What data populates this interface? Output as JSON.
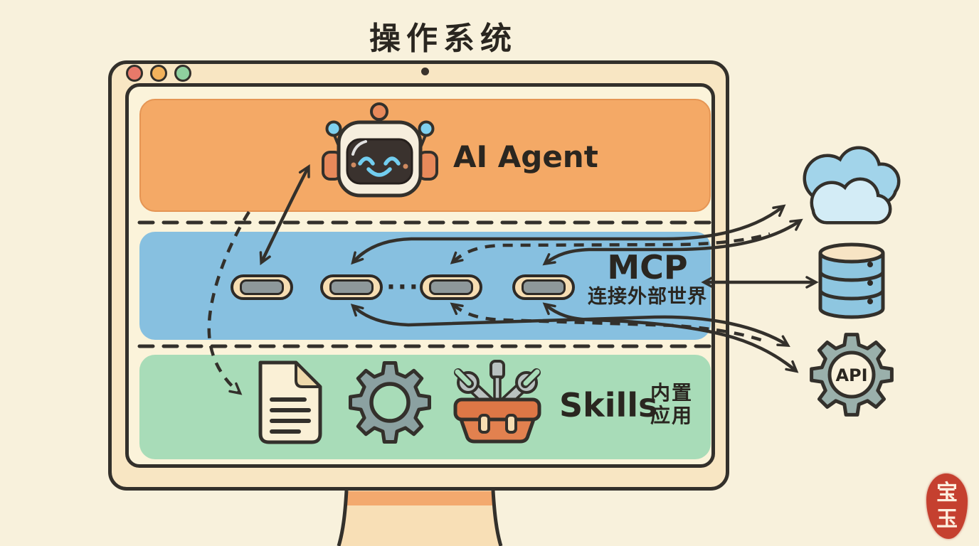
{
  "title": "操作系统",
  "window": {
    "controls": [
      "close-dot",
      "minimize-dot",
      "expand-dot"
    ],
    "camera": "camera-dot"
  },
  "layers": {
    "agent": {
      "label": "AI Agent",
      "icon": "robot-face-icon"
    },
    "mcp": {
      "label": "MCP",
      "sublabel": "连接外部世界",
      "connector_icon": "port-slot-icon",
      "connector_count": 4,
      "ellipsis": "···"
    },
    "skills": {
      "label": "Skills",
      "sublabel_lines": [
        "内置",
        "应用"
      ],
      "icons": [
        "document-icon",
        "gear-icon",
        "toolbox-icon"
      ]
    }
  },
  "external": {
    "cloud": "cloud-icon",
    "database": "database-icon",
    "api": {
      "label": "API",
      "icon": "api-gear-icon"
    }
  },
  "seal": {
    "chars": [
      "宝",
      "玉"
    ]
  },
  "colors": {
    "background": "#f8f1dc",
    "monitor_bezel": "#f8e6c3",
    "screen": "#fbf3da",
    "agent_band": "#f4a966",
    "mcp_band": "#87c0e0",
    "skills_band": "#a8dcb8",
    "outline": "#33302b",
    "seal_red": "#c5402f",
    "traffic_red": "#e8796a",
    "traffic_yellow": "#f2b25c",
    "traffic_green": "#8fcf9f",
    "cloud_back": "#a2d4ea",
    "cloud_front": "#d3ecf6",
    "database_blue": "#8ec6e0",
    "gear_gray": "#9ab0ab",
    "toolbox_orange": "#e0794a"
  }
}
